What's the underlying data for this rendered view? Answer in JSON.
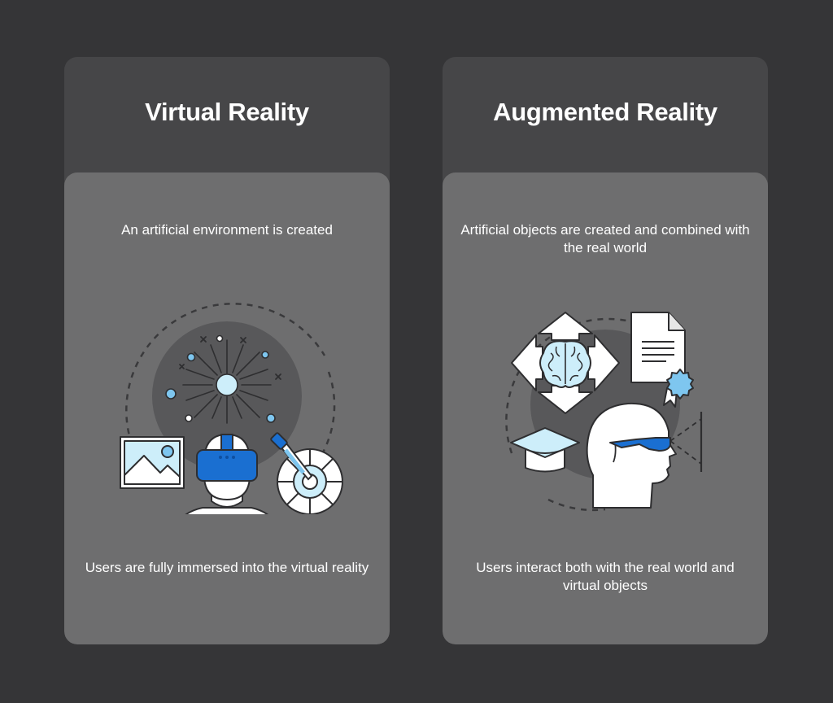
{
  "cards": [
    {
      "title": "Virtual Reality",
      "description": "An artificial environment is created",
      "footer": "Users are fully immersed into the virtual reality"
    },
    {
      "title": "Augmented Reality",
      "description": "Artificial objects are created and combined with the real world",
      "footer": "Users interact both with the real world and virtual objects"
    }
  ],
  "colors": {
    "background": "#353537",
    "card_header": "#464648",
    "card_body": "#6e6e6f",
    "accent_blue": "#1a6fd1",
    "light_blue": "#cdeefa",
    "sky_blue": "#7ec6ef"
  },
  "icons": {
    "vr": [
      "burst-icon",
      "image-icon",
      "vr-headset-user-icon",
      "color-picker-wheel-icon"
    ],
    "ar": [
      "brain-arrows-icon",
      "certificate-icon",
      "graduation-cap-icon",
      "ar-glasses-head-icon"
    ]
  }
}
